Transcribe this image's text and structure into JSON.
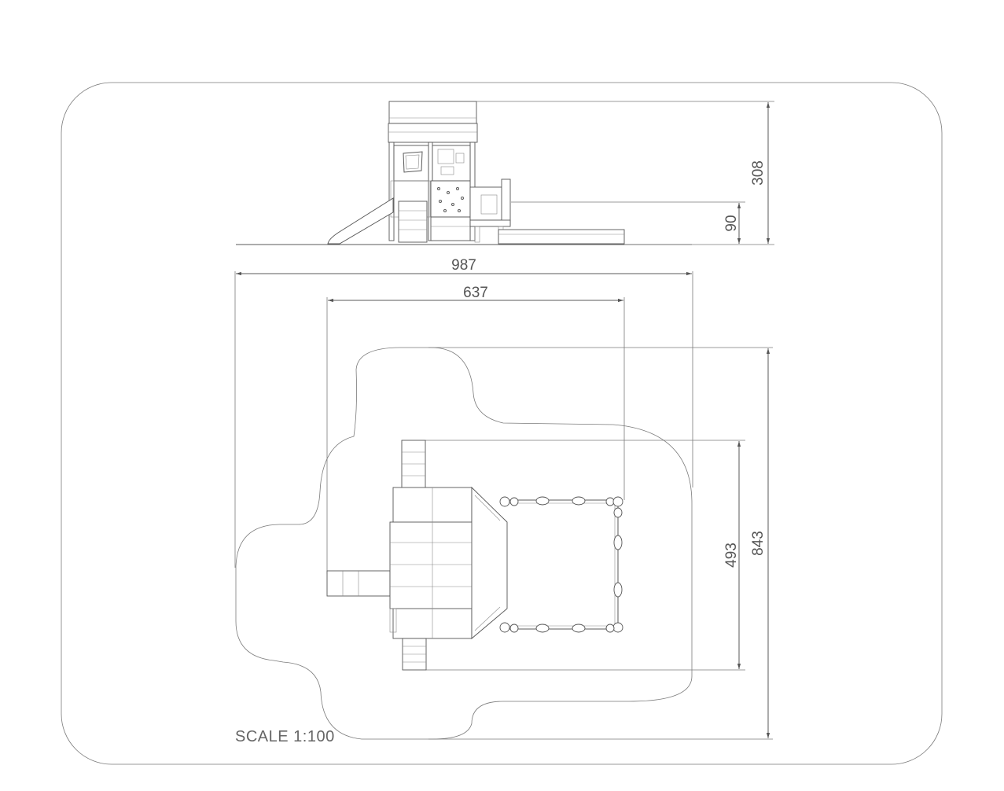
{
  "dimensions": {
    "side_height_total": "308",
    "side_height_platform": "90",
    "plan_width_total": "987",
    "plan_width_equipment": "637",
    "plan_depth_equipment": "493",
    "plan_depth_total": "843"
  },
  "scale_label": "SCALE 1:100",
  "colors": {
    "line": "#5a5a5a",
    "text": "#555555",
    "background": "#ffffff"
  }
}
